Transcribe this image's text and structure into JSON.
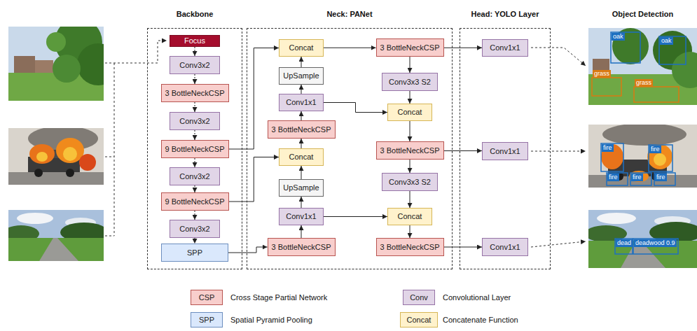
{
  "diagram": {
    "nodes": [
      {
        "text": [
          "Backbone"
        ]
      },
      {
        "text": [
          "Focus"
        ],
        "in": 0
      },
      {
        "text": [
          "Conv3x2"
        ],
        "in": 0
      },
      {
        "text": [
          "3 BottleNeckCSP"
        ],
        "in": 0
      },
      {
        "text": [
          "Conv3x2"
        ],
        "in": 0
      },
      {
        "text": [
          "9 BottleNeckCSP"
        ],
        "in": 0
      },
      {
        "text": [
          "Conv3x2"
        ],
        "in": 0
      },
      {
        "text": [
          "9 BottleNeckCSP"
        ],
        "in": 0
      },
      {
        "text": [
          "Conv3x2"
        ],
        "in": 0
      },
      {
        "text": [
          "SPP"
        ],
        "in": 0
      },
      {
        "text": [
          "Neck: PANet"
        ]
      },
      {
        "text": [
          "Concat"
        ],
        "in": 10
      },
      {
        "text": [
          "UpSample"
        ],
        "in": 10
      },
      {
        "text": [
          "Conv1x1"
        ],
        "in": 10
      },
      {
        "text": [
          "3 BottleNeckCSP"
        ],
        "in": 10
      },
      {
        "text": [
          "Concat"
        ],
        "in": 10
      },
      {
        "text": [
          "UpSample"
        ],
        "in": 10
      },
      {
        "text": [
          "Conv1x1"
        ],
        "in": 10
      },
      {
        "text": [
          "3 BottleNeckCSP"
        ],
        "in": 10
      },
      {
        "text": [
          "3 BottleNeckCSP"
        ],
        "in": 10
      },
      {
        "text": [
          "Conv3x3 S2"
        ],
        "in": 10
      },
      {
        "text": [
          "Concat"
        ],
        "in": 10
      },
      {
        "text": [
          "3 BottleNeckCSP"
        ],
        "in": 10
      },
      {
        "text": [
          "Conv3x3 S2"
        ],
        "in": 10
      },
      {
        "text": [
          "Concat"
        ],
        "in": 10
      },
      {
        "text": [
          "3 BottleNeckCSP"
        ],
        "in": 10
      },
      {
        "text": [
          "Head: YOLO Layer"
        ]
      },
      {
        "text": [
          "Conv1x1"
        ],
        "in": 26
      },
      {
        "text": [
          "Conv1x1"
        ],
        "in": 26
      },
      {
        "text": [
          "Conv1x1"
        ],
        "in": 26
      }
    ],
    "edges": [
      {
        "from": 1,
        "to": 2,
        "arrow": "to"
      },
      {
        "from": 2,
        "to": 3,
        "arrow": "to"
      },
      {
        "from": 3,
        "to": 4,
        "arrow": "to"
      },
      {
        "from": 4,
        "to": 5,
        "arrow": "to"
      },
      {
        "from": 5,
        "to": 6,
        "arrow": "to"
      },
      {
        "from": 6,
        "to": 7,
        "arrow": "to"
      },
      {
        "from": 7,
        "to": 8,
        "arrow": "to"
      },
      {
        "from": 8,
        "to": 9,
        "arrow": "to"
      },
      {
        "from": 9,
        "to": 18,
        "arrow": "to"
      },
      {
        "from": 18,
        "to": 17,
        "arrow": "to"
      },
      {
        "from": 17,
        "to": 16,
        "arrow": "to"
      },
      {
        "from": 16,
        "to": 15,
        "arrow": "to"
      },
      {
        "from": 7,
        "to": 15,
        "arrow": "to"
      },
      {
        "from": 15,
        "to": 14,
        "arrow": "to"
      },
      {
        "from": 14,
        "to": 13,
        "arrow": "to"
      },
      {
        "from": 13,
        "to": 12,
        "arrow": "to"
      },
      {
        "from": 12,
        "to": 11,
        "arrow": "to"
      },
      {
        "from": 5,
        "to": 11,
        "arrow": "to"
      },
      {
        "from": 11,
        "to": 19,
        "arrow": "to"
      },
      {
        "from": 19,
        "to": 20,
        "arrow": "to"
      },
      {
        "from": 20,
        "to": 21,
        "arrow": "to"
      },
      {
        "from": 13,
        "to": 21,
        "arrow": "to"
      },
      {
        "from": 21,
        "to": 22,
        "arrow": "to"
      },
      {
        "from": 22,
        "to": 23,
        "arrow": "to"
      },
      {
        "from": 23,
        "to": 24,
        "arrow": "to"
      },
      {
        "from": 17,
        "to": 24,
        "arrow": "to"
      },
      {
        "from": 24,
        "to": 25,
        "arrow": "to"
      },
      {
        "from": 19,
        "to": 27,
        "arrow": "to"
      },
      {
        "from": 22,
        "to": 28,
        "arrow": "to"
      },
      {
        "from": 25,
        "to": 29,
        "arrow": "to"
      }
    ],
    "labels": [
      "Object Detection",
      "oak",
      "oak",
      "grass",
      "grass",
      "fire",
      "fire",
      "fire",
      "fire",
      "fire",
      "dead",
      "deadwood 0.9",
      "CSP",
      "Conv",
      "SPP",
      "Concat"
    ],
    "legend": [
      {
        "text": "Cross Stage Partial Network",
        "color": "#f8cecc"
      },
      {
        "text": "Convolutional Layer",
        "color": "#e1d5e7"
      },
      {
        "text": "Spatial Pyramid Pooling",
        "color": "#dae8fc"
      },
      {
        "text": "Concatenate Function",
        "color": "#fff2cc"
      }
    ]
  }
}
